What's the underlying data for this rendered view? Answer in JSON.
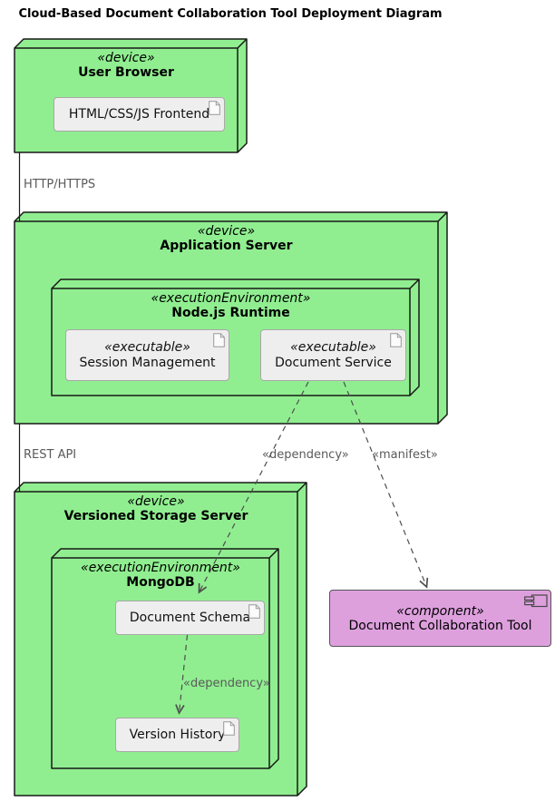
{
  "title": "Cloud-Based Document Collaboration Tool Deployment Diagram",
  "nodes": {
    "user_browser": {
      "stereotype": "«device»",
      "name": "User Browser"
    },
    "application_server": {
      "stereotype": "«device»",
      "name": "Application Server"
    },
    "nodejs_runtime": {
      "stereotype": "«executionEnvironment»",
      "name": "Node.js Runtime"
    },
    "storage_server": {
      "stereotype": "«device»",
      "name": "Versioned Storage Server"
    },
    "mongodb": {
      "stereotype": "«executionEnvironment»",
      "name": "MongoDB"
    }
  },
  "artifacts": {
    "frontend": {
      "name": "HTML/CSS/JS Frontend"
    },
    "session_management": {
      "stereotype": "«executable»",
      "name": "Session Management"
    },
    "document_service": {
      "stereotype": "«executable»",
      "name": "Document Service"
    },
    "document_schema": {
      "name": "Document Schema"
    },
    "version_history": {
      "name": "Version History"
    }
  },
  "component": {
    "stereotype": "«component»",
    "name": "Document Collaboration Tool"
  },
  "edges": {
    "http": {
      "label": "HTTP/HTTPS"
    },
    "rest": {
      "label": "REST API"
    },
    "dependency_service_schema": {
      "label": "«dependency»"
    },
    "manifest": {
      "label": "«manifest»"
    },
    "dependency_schema_history": {
      "label": "«dependency»"
    }
  },
  "colors": {
    "node_fill": "#90EE90",
    "node_border": "#181818",
    "artifact_fill": "#EEEEEE",
    "artifact_border": "#A8A8A8",
    "component_fill": "#DDA0DD",
    "component_border": "#555555",
    "dashed_line": "#4D4D4D",
    "edge_label_text": "#5A5A5A"
  }
}
